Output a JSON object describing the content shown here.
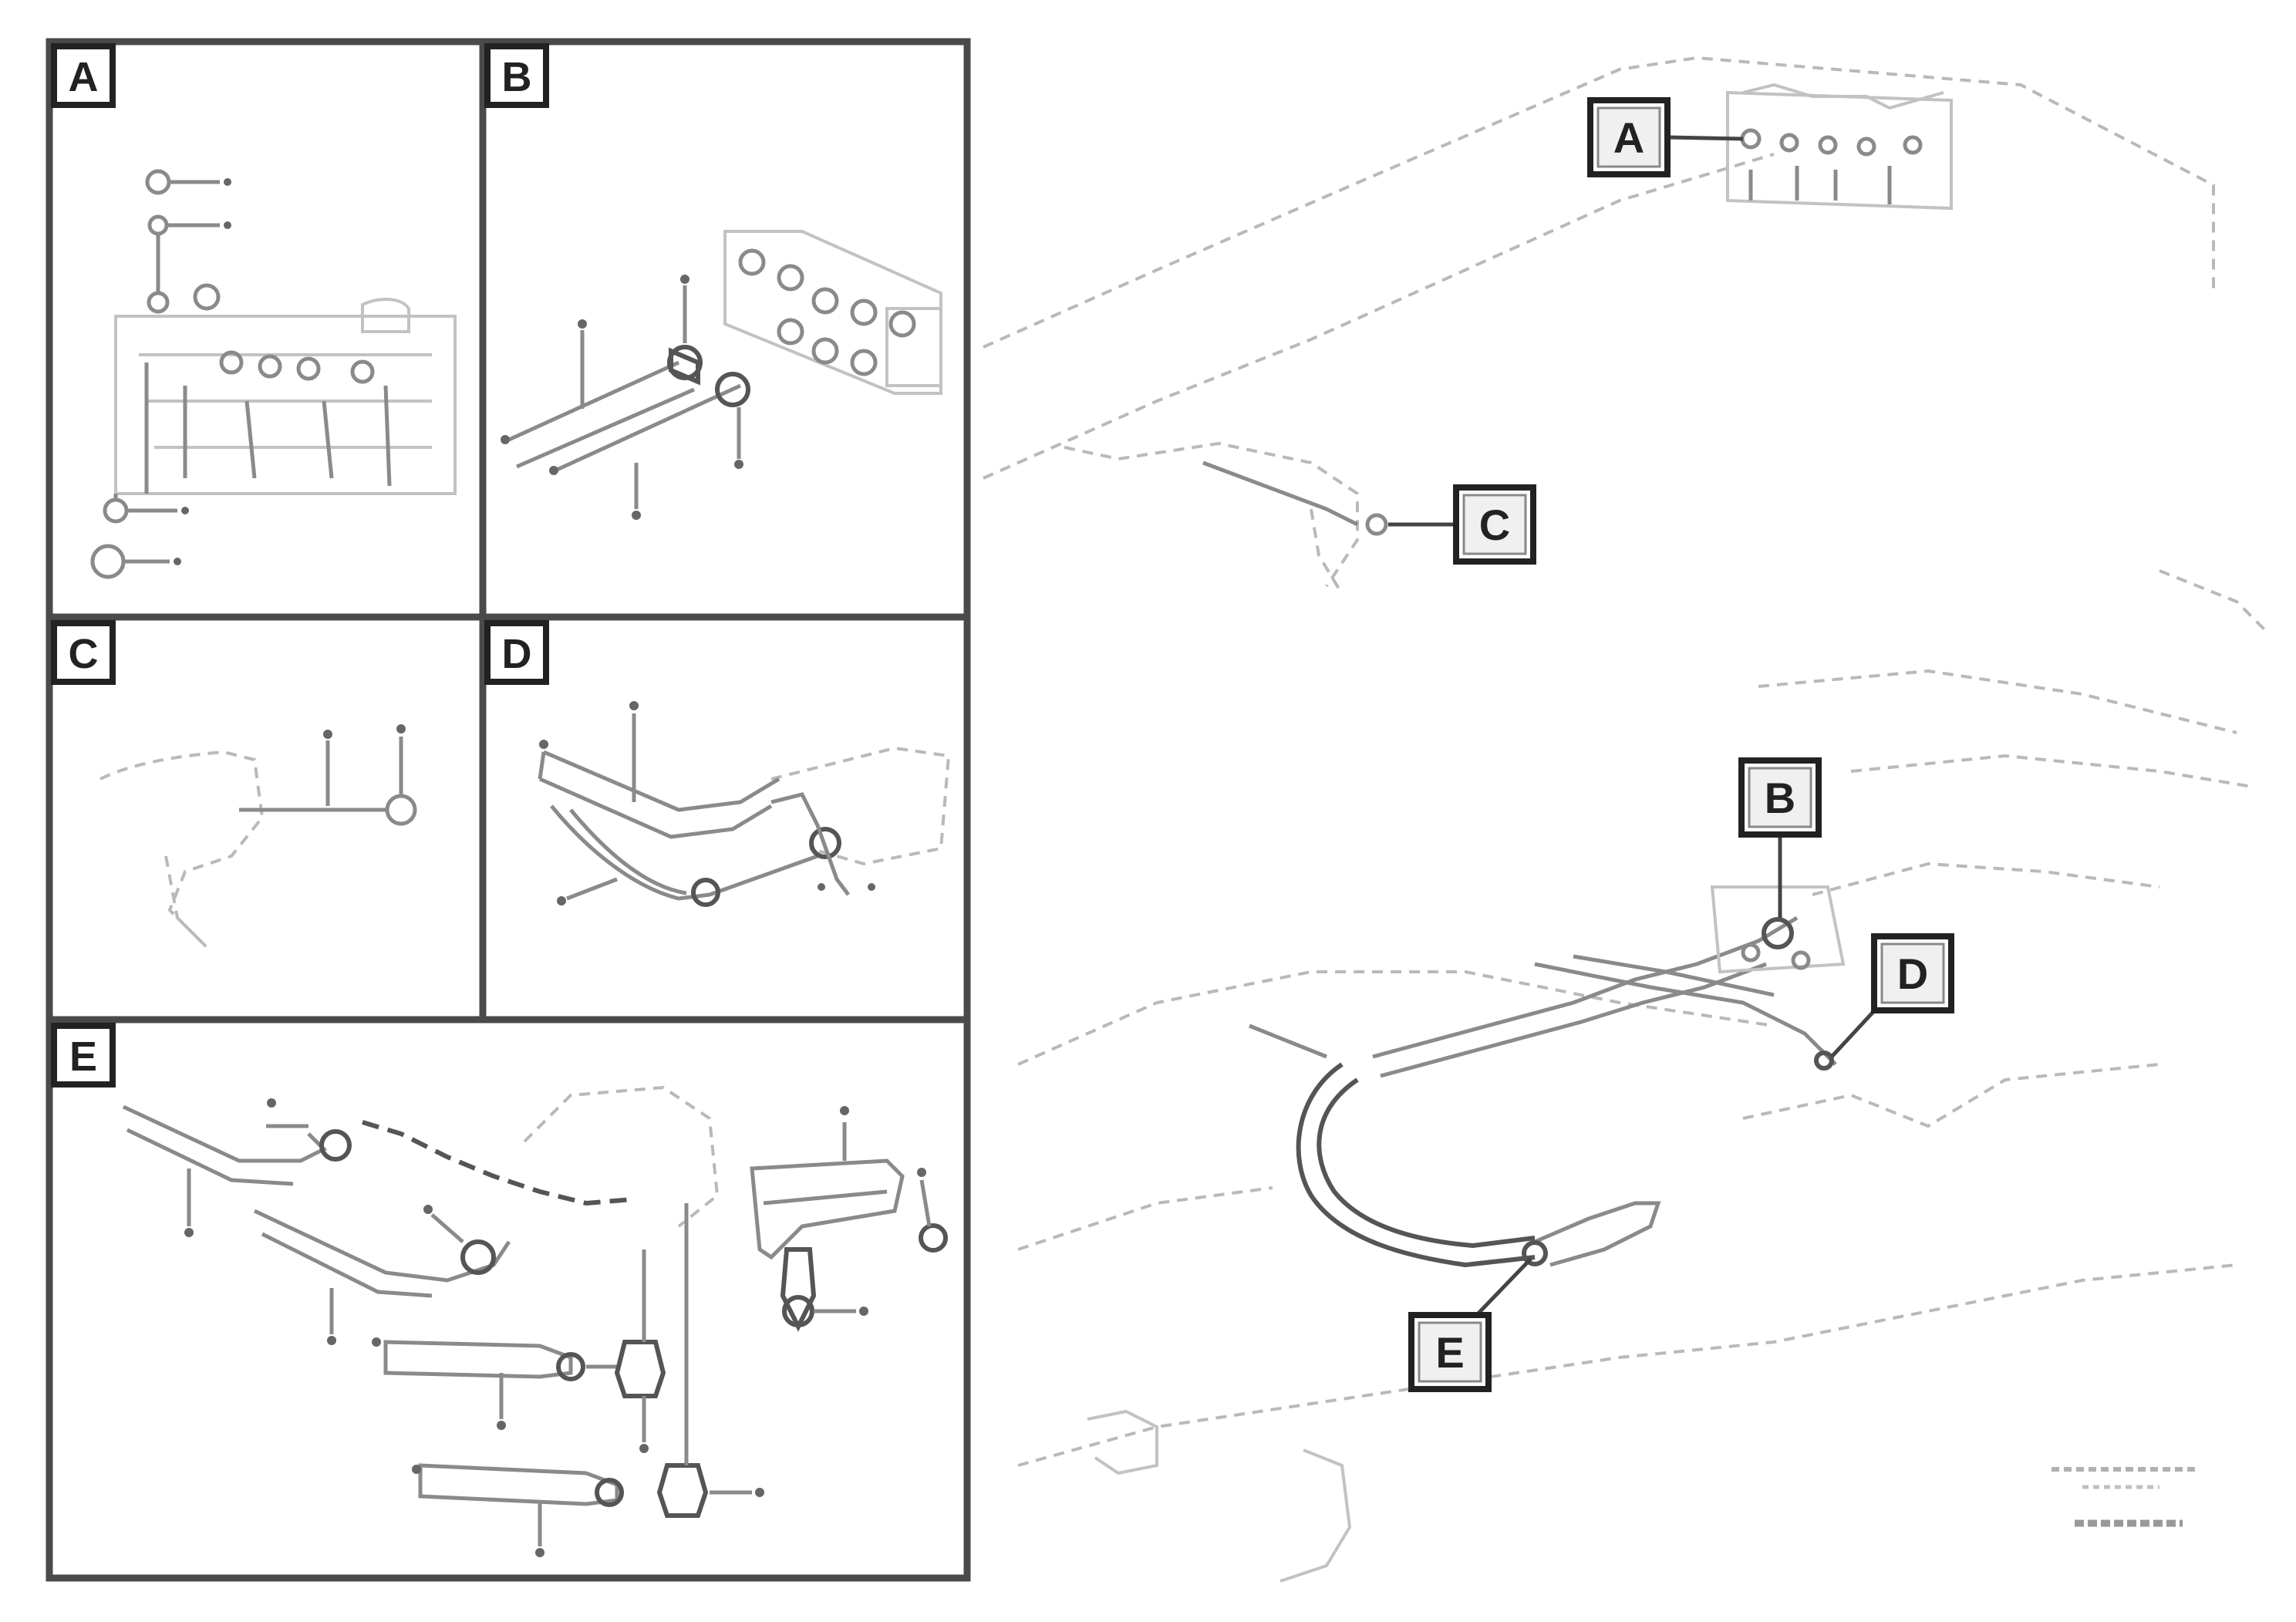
{
  "panels": {
    "a": {
      "label": "A"
    },
    "b": {
      "label": "B"
    },
    "c": {
      "label": "C"
    },
    "d": {
      "label": "D"
    },
    "e": {
      "label": "E"
    }
  },
  "callouts": {
    "a": "A",
    "b": "B",
    "c": "C",
    "d": "D",
    "e": "E"
  }
}
